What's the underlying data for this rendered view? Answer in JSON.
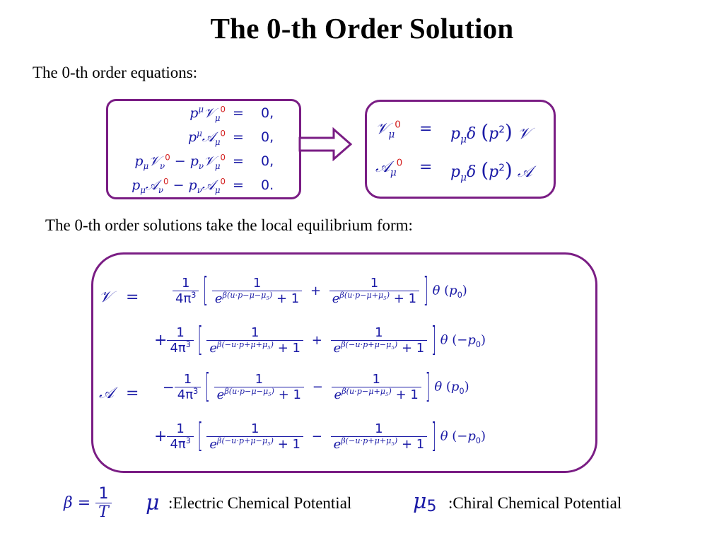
{
  "slide": {
    "title": "The 0-th  Order Solution",
    "intro": "The 0-th order equations:",
    "solutions_intro": "The 0-th order solutions take the local equilibrium form:",
    "mu_label": ":Electric Chemical Potential",
    "mu5_label": ":Chiral Chemical Potential"
  },
  "equations": {
    "left": [
      {
        "lhs": "pᵘ𝒱ᵘ⁰",
        "rhs": "0,"
      },
      {
        "lhs": "pᵘ𝒜ᵘ⁰",
        "rhs": "0,"
      },
      {
        "lhs": "p𝒱⁰ − p𝒱⁰",
        "rhs": "0,"
      },
      {
        "lhs": "p𝒜⁰ − p𝒜⁰",
        "rhs": "0."
      }
    ],
    "right": [
      {
        "lhs": "𝒱⁰",
        "rhs": "pδ(p²)𝒱"
      },
      {
        "lhs": "𝒜⁰",
        "rhs": "pδ(p²)𝒜"
      }
    ]
  },
  "symbols": {
    "beta_def": "β = 1/T",
    "mu": "μ",
    "mu5": "μ5"
  },
  "colors": {
    "box_border": "#7a1d84",
    "math": "#1a1aa6",
    "superscript_zero": "#d42020"
  }
}
